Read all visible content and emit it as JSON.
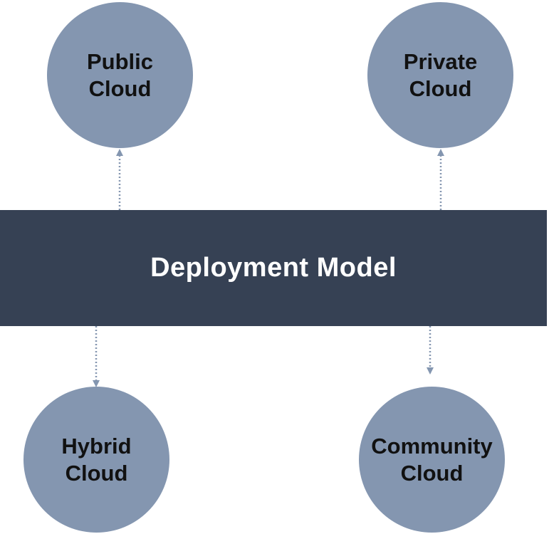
{
  "center": {
    "label": "Deployment Model"
  },
  "nodes": {
    "public": {
      "line1": "Public",
      "line2": "Cloud"
    },
    "private": {
      "line1": "Private",
      "line2": "Cloud"
    },
    "hybrid": {
      "line1": "Hybrid",
      "line2": "Cloud"
    },
    "community": {
      "line1": "Community",
      "line2": "Cloud"
    }
  },
  "colors": {
    "band": "#364154",
    "node": "#8496b0",
    "connector": "#8496b0"
  }
}
